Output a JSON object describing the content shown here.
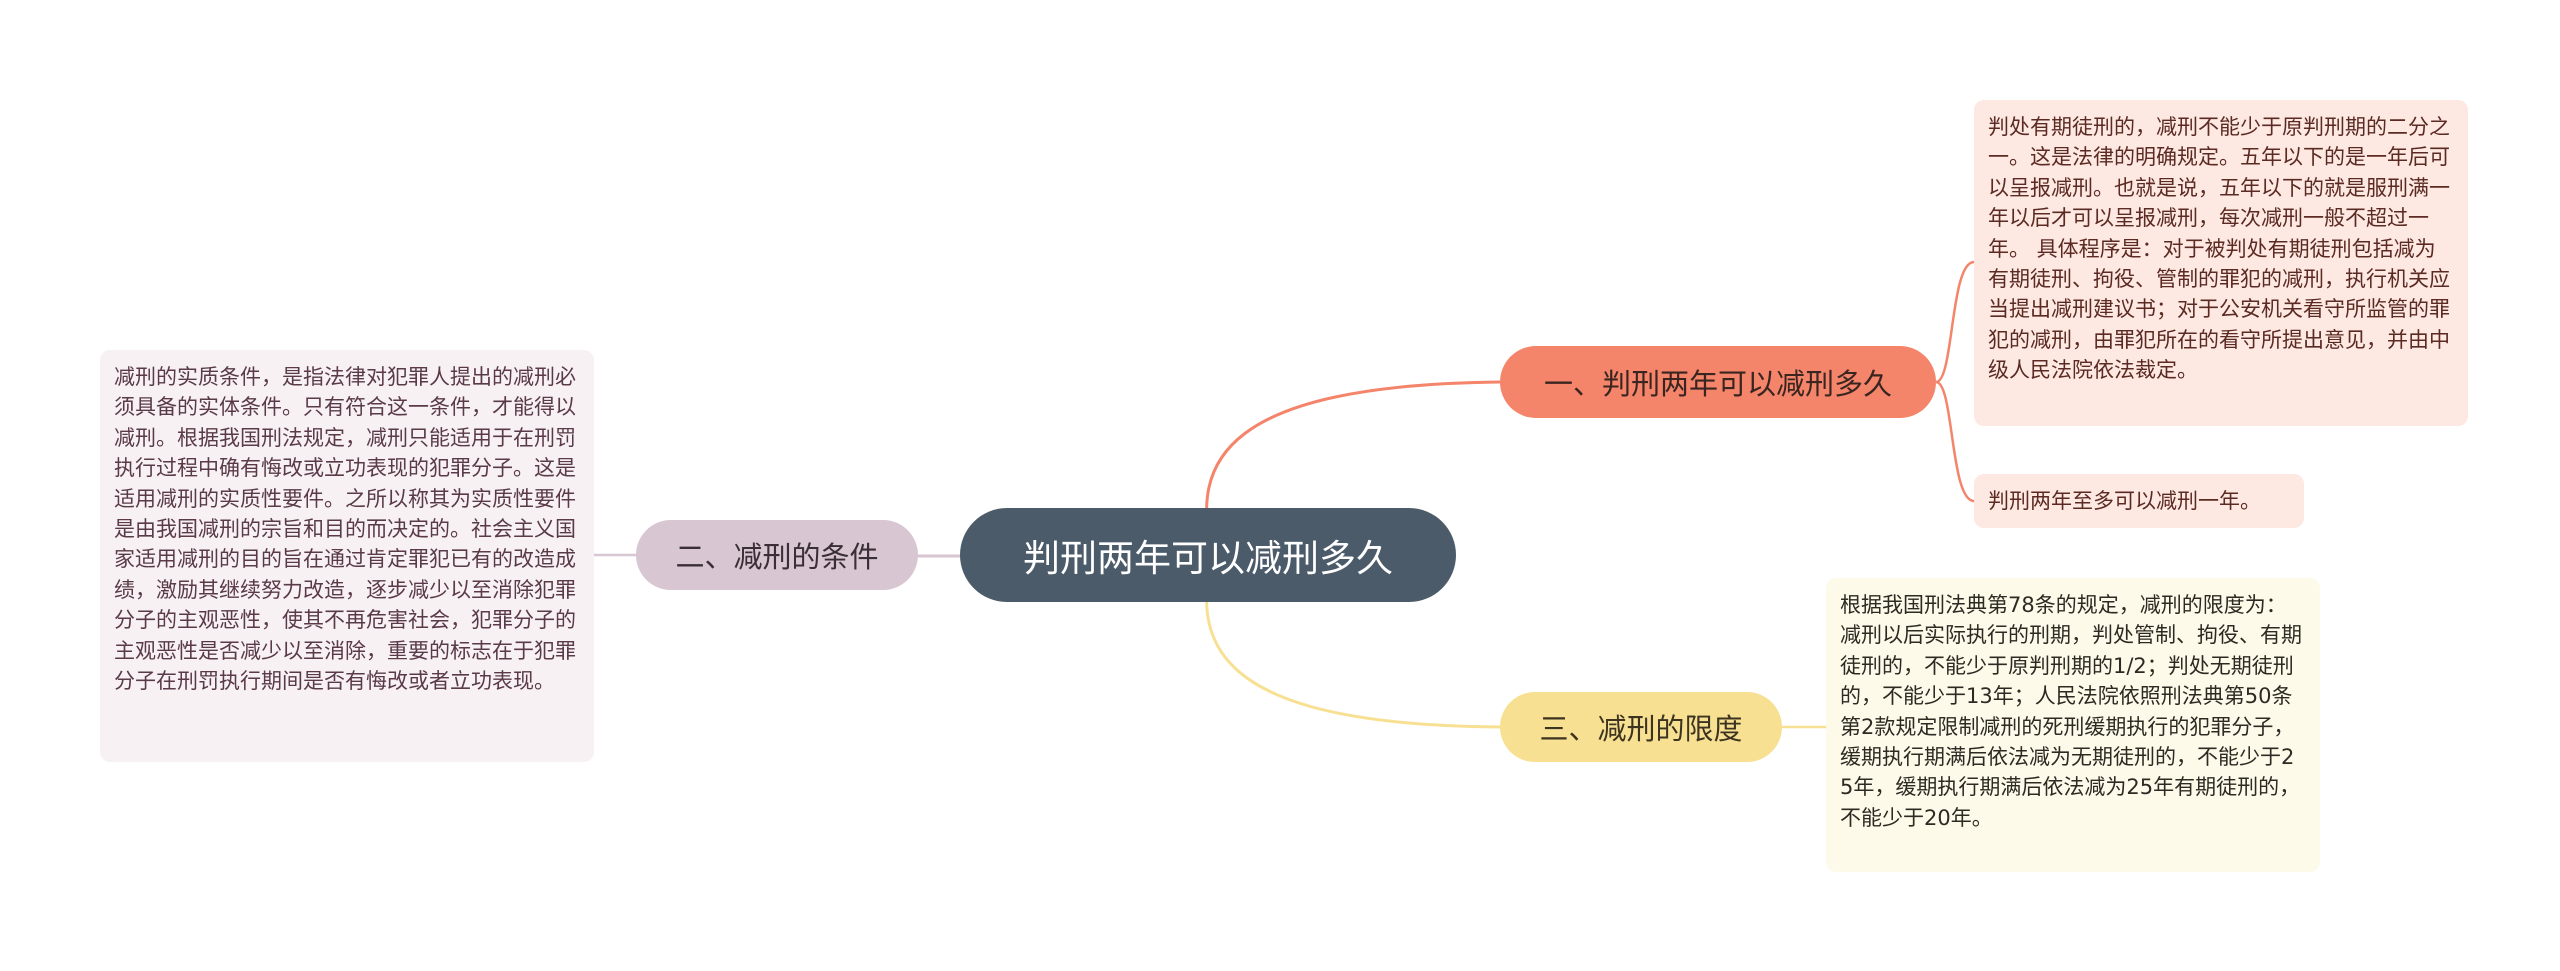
{
  "root": {
    "label": "判刑两年可以减刑多久"
  },
  "branches": [
    {
      "id": "b1",
      "label": "一、判刑两年可以减刑多久",
      "color": "#f4846a",
      "leaves": [
        "判处有期徒刑的，减刑不能少于原判刑期的二分之一。这是法律的明确规定。五年以下的是一年后可以呈报减刑。也就是说，五年以下的就是服刑满一年以后才可以呈报减刑，每次减刑一般不超过一年。 具体程序是：对于被判处有期徒刑包括减为有期徒刑、拘役、管制的罪犯的减刑，执行机关应当提出减刑建议书；对于公安机关看守所监管的罪犯的减刑，由罪犯所在的看守所提出意见，并由中级人民法院依法裁定。",
        "判刑两年至多可以减刑一年。"
      ]
    },
    {
      "id": "b2",
      "label": "二、减刑的条件",
      "color": "#d8c6d2",
      "leaves": [
        "减刑的实质条件，是指法律对犯罪人提出的减刑必须具备的实体条件。只有符合这一条件，才能得以减刑。根据我国刑法规定，减刑只能适用于在刑罚执行过程中确有悔改或立功表现的犯罪分子。这是适用减刑的实质性要件。之所以称其为实质性要件是由我国减刑的宗旨和目的而决定的。社会主义国家适用减刑的目的旨在通过肯定罪犯已有的改造成绩，激励其继续努力改造，逐步减少以至消除犯罪分子的主观恶性，使其不再危害社会，犯罪分子的主观恶性是否减少以至消除，重要的标志在于犯罪分子在刑罚执行期间是否有悔改或者立功表现。"
      ]
    },
    {
      "id": "b3",
      "label": "三、减刑的限度",
      "color": "#f8e093",
      "leaves": [
        "根据我国刑法典第78条的规定，减刑的限度为：减刑以后实际执行的刑期，判处管制、拘役、有期徒刑的，不能少于原判刑期的1/2；判处无期徒刑的，不能少于13年；人民法院依照刑法典第50条第2款规定限制减刑的死刑缓期执行的犯罪分子，缓期执行期满后依法减为无期徒刑的，不能少于25年，缓期执行期满后依法减为25年有期徒刑的，不能少于20年。"
      ]
    }
  ]
}
